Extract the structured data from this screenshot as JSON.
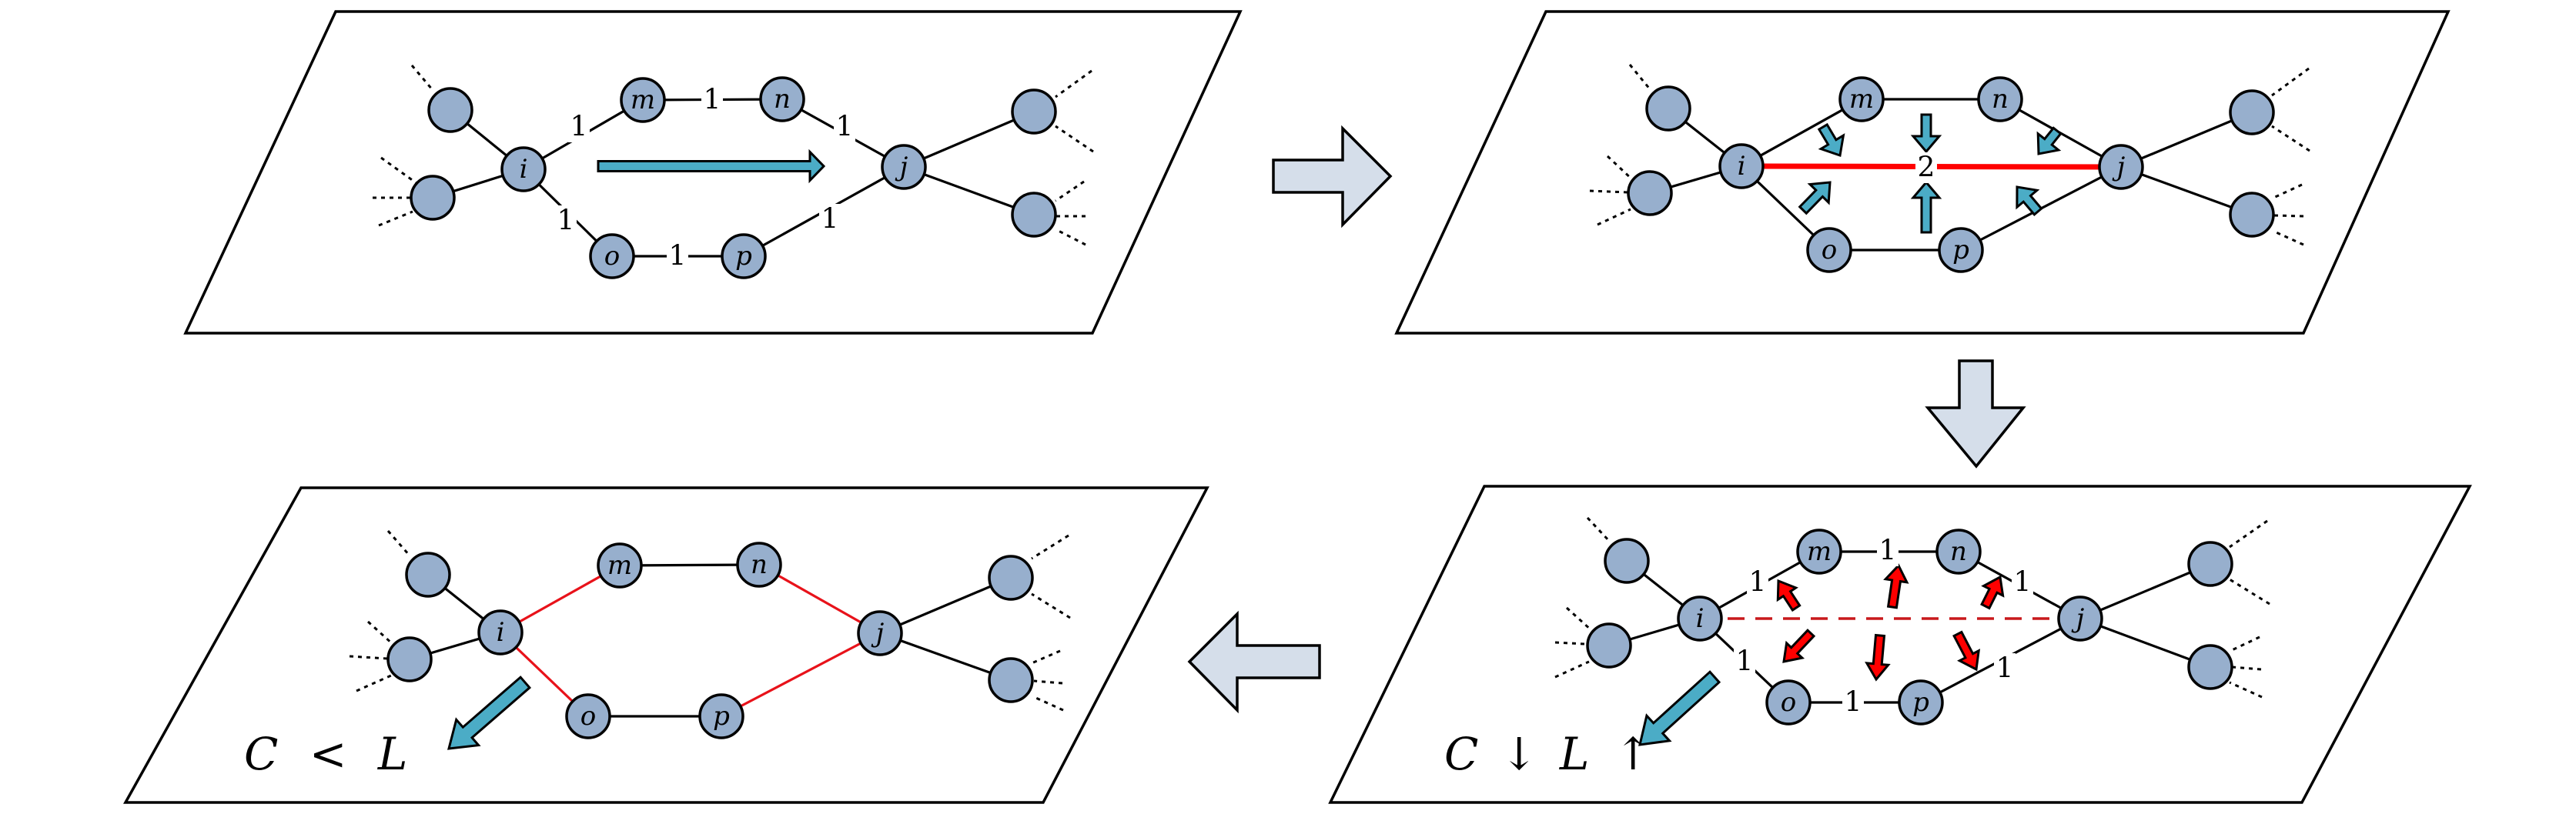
{
  "figure": {
    "description": "Four-panel diagram of a network edge-consolidation process between nodes i and j",
    "colors": {
      "node_fill": "#97afcd",
      "flow_arrow_fill": "#d5deea",
      "teal_arrow": "#4bacc6",
      "red_arrow": "#ff0000",
      "red_edge": "#e8121a",
      "dashed_red_edge": "#c8181c"
    },
    "flow_order": [
      "panel-1",
      "panel-2",
      "panel-4",
      "panel-3"
    ],
    "flow_arrows": [
      {
        "name": "flow-arrow-right",
        "from": "panel-1",
        "to": "panel-2",
        "direction": "right"
      },
      {
        "name": "flow-arrow-down",
        "from": "panel-2",
        "to": "panel-4",
        "direction": "down"
      },
      {
        "name": "flow-arrow-left",
        "from": "panel-4",
        "to": "panel-3",
        "direction": "left"
      }
    ]
  },
  "panels": [
    {
      "id": "panel-1",
      "position": "top-left",
      "nodes": [
        {
          "id": "i",
          "label": "i"
        },
        {
          "id": "j",
          "label": "j"
        },
        {
          "id": "m",
          "label": "m"
        },
        {
          "id": "n",
          "label": "n"
        },
        {
          "id": "o",
          "label": "o"
        },
        {
          "id": "p",
          "label": "p"
        },
        {
          "id": "a",
          "label": ""
        },
        {
          "id": "b",
          "label": ""
        },
        {
          "id": "c",
          "label": ""
        },
        {
          "id": "d",
          "label": ""
        }
      ],
      "edges": [
        {
          "from": "a",
          "to": "i",
          "style": "solid"
        },
        {
          "from": "b",
          "to": "i",
          "style": "solid"
        },
        {
          "from": "i",
          "to": "m",
          "style": "solid",
          "weight": "1"
        },
        {
          "from": "m",
          "to": "n",
          "style": "solid",
          "weight": "1"
        },
        {
          "from": "n",
          "to": "j",
          "style": "solid",
          "weight": "1"
        },
        {
          "from": "i",
          "to": "o",
          "style": "solid",
          "weight": "1"
        },
        {
          "from": "o",
          "to": "p",
          "style": "solid",
          "weight": "1"
        },
        {
          "from": "p",
          "to": "j",
          "style": "solid",
          "weight": "1"
        },
        {
          "from": "j",
          "to": "c",
          "style": "solid"
        },
        {
          "from": "j",
          "to": "d",
          "style": "solid"
        }
      ],
      "annotations": [
        {
          "type": "teal-arrow",
          "meaning": "direction from i to j"
        }
      ],
      "formula": null
    },
    {
      "id": "panel-2",
      "position": "top-right",
      "nodes": [
        {
          "id": "i",
          "label": "i"
        },
        {
          "id": "j",
          "label": "j"
        },
        {
          "id": "m",
          "label": "m"
        },
        {
          "id": "n",
          "label": "n"
        },
        {
          "id": "o",
          "label": "o"
        },
        {
          "id": "p",
          "label": "p"
        },
        {
          "id": "a",
          "label": ""
        },
        {
          "id": "b",
          "label": ""
        },
        {
          "id": "c",
          "label": ""
        },
        {
          "id": "d",
          "label": ""
        }
      ],
      "edges": [
        {
          "from": "a",
          "to": "i",
          "style": "solid"
        },
        {
          "from": "b",
          "to": "i",
          "style": "solid"
        },
        {
          "from": "i",
          "to": "m",
          "style": "solid"
        },
        {
          "from": "m",
          "to": "n",
          "style": "solid"
        },
        {
          "from": "n",
          "to": "j",
          "style": "solid"
        },
        {
          "from": "i",
          "to": "o",
          "style": "solid"
        },
        {
          "from": "o",
          "to": "p",
          "style": "solid"
        },
        {
          "from": "p",
          "to": "j",
          "style": "solid"
        },
        {
          "from": "i",
          "to": "j",
          "style": "thick-red",
          "weight": "2"
        },
        {
          "from": "j",
          "to": "c",
          "style": "solid"
        },
        {
          "from": "j",
          "to": "d",
          "style": "solid"
        }
      ],
      "annotations": [
        {
          "type": "teal-arrows",
          "count": 6,
          "meaning": "paths converge toward the direct i–j edge"
        }
      ],
      "formula": null
    },
    {
      "id": "panel-3",
      "position": "bottom-left",
      "nodes": [
        {
          "id": "i",
          "label": "i"
        },
        {
          "id": "j",
          "label": "j"
        },
        {
          "id": "m",
          "label": "m"
        },
        {
          "id": "n",
          "label": "n"
        },
        {
          "id": "o",
          "label": "o"
        },
        {
          "id": "p",
          "label": "p"
        },
        {
          "id": "a",
          "label": ""
        },
        {
          "id": "b",
          "label": ""
        },
        {
          "id": "c",
          "label": ""
        },
        {
          "id": "d",
          "label": ""
        }
      ],
      "edges": [
        {
          "from": "a",
          "to": "i",
          "style": "solid"
        },
        {
          "from": "b",
          "to": "i",
          "style": "solid"
        },
        {
          "from": "i",
          "to": "m",
          "style": "red"
        },
        {
          "from": "m",
          "to": "n",
          "style": "solid"
        },
        {
          "from": "n",
          "to": "j",
          "style": "red"
        },
        {
          "from": "i",
          "to": "o",
          "style": "red"
        },
        {
          "from": "o",
          "to": "p",
          "style": "solid"
        },
        {
          "from": "p",
          "to": "j",
          "style": "red"
        },
        {
          "from": "j",
          "to": "c",
          "style": "solid"
        },
        {
          "from": "j",
          "to": "d",
          "style": "solid"
        }
      ],
      "annotations": [
        {
          "type": "teal-arrow",
          "meaning": "down-left trend"
        }
      ],
      "formula": {
        "left": "C",
        "op": "<",
        "right": "L"
      }
    },
    {
      "id": "panel-4",
      "position": "bottom-right",
      "nodes": [
        {
          "id": "i",
          "label": "i"
        },
        {
          "id": "j",
          "label": "j"
        },
        {
          "id": "m",
          "label": "m"
        },
        {
          "id": "n",
          "label": "n"
        },
        {
          "id": "o",
          "label": "o"
        },
        {
          "id": "p",
          "label": "p"
        },
        {
          "id": "a",
          "label": ""
        },
        {
          "id": "b",
          "label": ""
        },
        {
          "id": "c",
          "label": ""
        },
        {
          "id": "d",
          "label": ""
        }
      ],
      "edges": [
        {
          "from": "a",
          "to": "i",
          "style": "solid"
        },
        {
          "from": "b",
          "to": "i",
          "style": "solid"
        },
        {
          "from": "i",
          "to": "m",
          "style": "solid",
          "weight": "1"
        },
        {
          "from": "m",
          "to": "n",
          "style": "solid",
          "weight": "1"
        },
        {
          "from": "n",
          "to": "j",
          "style": "solid",
          "weight": "1"
        },
        {
          "from": "i",
          "to": "o",
          "style": "solid",
          "weight": "1"
        },
        {
          "from": "o",
          "to": "p",
          "style": "solid",
          "weight": "1"
        },
        {
          "from": "p",
          "to": "j",
          "style": "solid",
          "weight": "1"
        },
        {
          "from": "i",
          "to": "j",
          "style": "dashed-red"
        },
        {
          "from": "j",
          "to": "c",
          "style": "solid"
        },
        {
          "from": "j",
          "to": "d",
          "style": "solid"
        }
      ],
      "annotations": [
        {
          "type": "red-arrows",
          "count": 6,
          "meaning": "paths push outward away from the i–j edge"
        },
        {
          "type": "teal-arrow",
          "meaning": "down-left trend"
        }
      ],
      "formula": {
        "left": "C",
        "left_arrow": "↓",
        "right": "L",
        "right_arrow": "↑"
      }
    }
  ],
  "text": {
    "panel3_formula": "C < L",
    "panel4_formula": "C ↓ L ↑",
    "formula_C": "C",
    "formula_L": "L",
    "formula_lt": "<",
    "arrow_down": "↓",
    "arrow_up": "↑"
  }
}
